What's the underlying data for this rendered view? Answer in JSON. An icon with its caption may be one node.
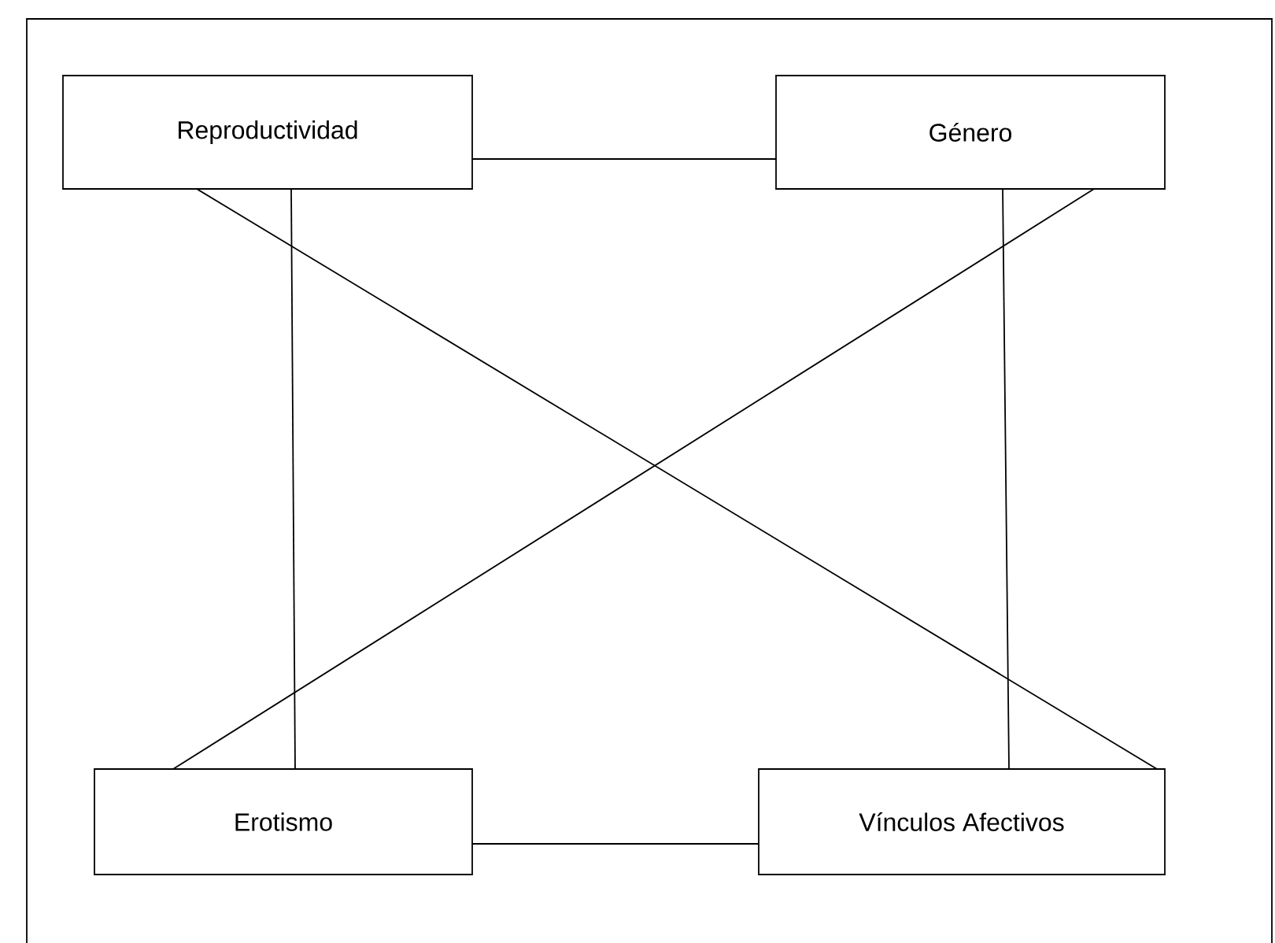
{
  "diagram": {
    "nodes": [
      {
        "text": [
          "Reproductividad"
        ]
      },
      {
        "text": [
          "Género"
        ]
      },
      {
        "text": [
          "Erotismo"
        ]
      },
      {
        "text": [
          "Vínculos Afectivos"
        ]
      }
    ],
    "edges": [
      {
        "from": 0,
        "to": 1,
        "arrow": "none"
      },
      {
        "from": 0,
        "to": 2,
        "arrow": "none"
      },
      {
        "from": 0,
        "to": 3,
        "arrow": "none"
      },
      {
        "from": 1,
        "to": 2,
        "arrow": "none"
      },
      {
        "from": 1,
        "to": 3,
        "arrow": "none"
      },
      {
        "from": 2,
        "to": 3,
        "arrow": "none"
      }
    ]
  }
}
